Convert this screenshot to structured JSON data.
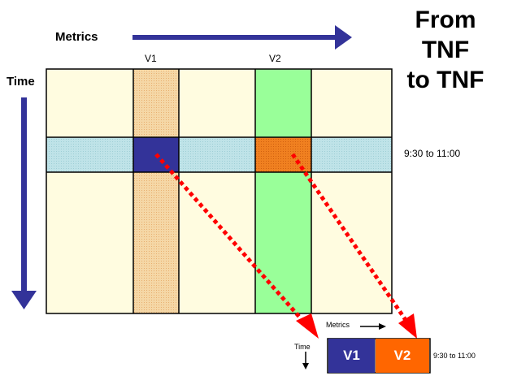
{
  "title": {
    "line1": "From",
    "line2": "TNF",
    "line3": "to TNF"
  },
  "main": {
    "metrics_label": "Metrics",
    "time_label": "Time",
    "col_labels": [
      "V1",
      "V2"
    ],
    "time_range": "9:30 to 11:00"
  },
  "result": {
    "metrics_label": "Metrics",
    "time_label": "Time",
    "cells": [
      "V1",
      "V2"
    ],
    "time_range": "9:30 to 11:00"
  },
  "colors": {
    "grid_bg": "#FFFCE0",
    "v1_column": "#F7D9A8",
    "v2_column": "#99FF99",
    "time_row": "#BFE3E8",
    "v1_cell": "#333399",
    "v2_cell": "#FF6600",
    "v2_highlight": "#F08020",
    "arrow_blue": "#333399",
    "dotted_red": "#FF0000"
  },
  "icons": [
    "right-arrow-icon",
    "down-arrow-icon"
  ]
}
